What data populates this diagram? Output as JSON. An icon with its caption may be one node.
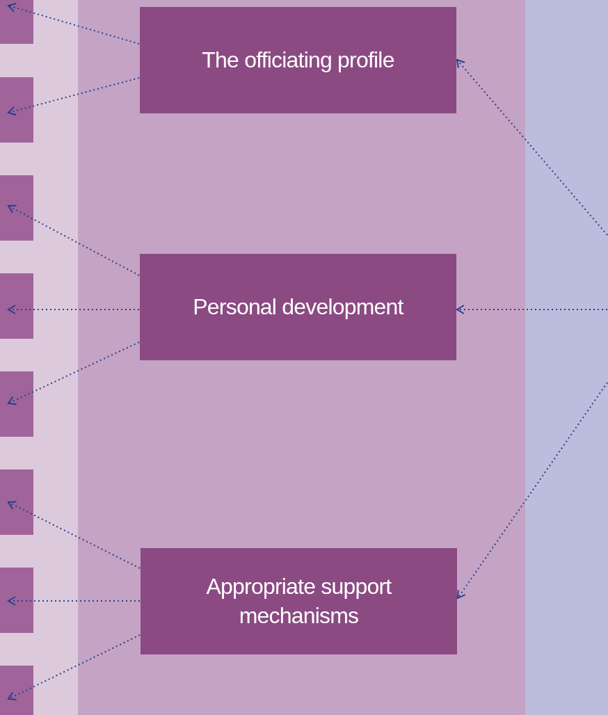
{
  "diagram": {
    "nodes": [
      {
        "text": [
          "The officiating profile"
        ]
      },
      {
        "text": [
          "Personal development"
        ]
      },
      {
        "text": [
          "Appropriate support mechanisms"
        ]
      },
      {
        "text": [],
        "shape": "bar"
      },
      {
        "text": [],
        "shape": "bar"
      },
      {
        "text": [],
        "shape": "bar"
      },
      {
        "text": [],
        "shape": "bar"
      },
      {
        "text": [],
        "shape": "bar"
      },
      {
        "text": [],
        "shape": "bar"
      },
      {
        "text": [],
        "shape": "bar"
      },
      {
        "text": [],
        "shape": "bar"
      },
      {
        "text": [],
        "shape": "band"
      }
    ],
    "edges": [
      {
        "from": 0,
        "to": 3,
        "arrow": "to"
      },
      {
        "from": 0,
        "to": 4,
        "arrow": "to"
      },
      {
        "from": 1,
        "to": 5,
        "arrow": "to"
      },
      {
        "from": 1,
        "to": 6,
        "arrow": "to"
      },
      {
        "from": 1,
        "to": 7,
        "arrow": "to"
      },
      {
        "from": 2,
        "to": 8,
        "arrow": "to"
      },
      {
        "from": 2,
        "to": 9,
        "arrow": "to"
      },
      {
        "from": 2,
        "to": 10,
        "arrow": "to"
      },
      {
        "from": 11,
        "to": 0,
        "arrow": "to"
      },
      {
        "from": 11,
        "to": 1,
        "arrow": "to"
      },
      {
        "from": 11,
        "to": 2,
        "arrow": "to"
      }
    ]
  }
}
